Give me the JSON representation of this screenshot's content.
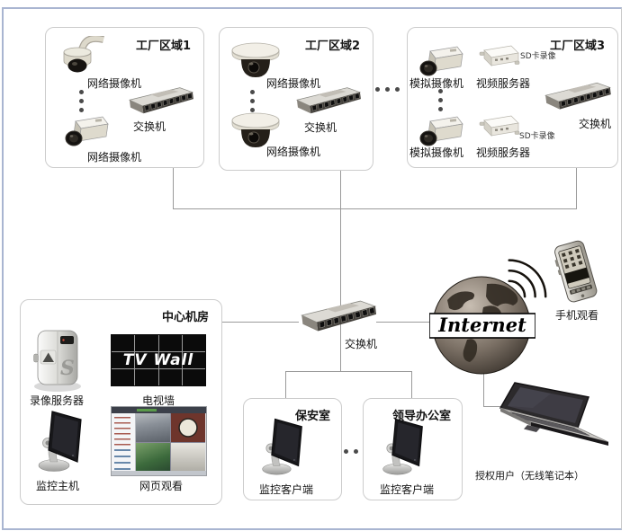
{
  "colors": {
    "frame_blue": "#a9b5d1",
    "line_gray": "#9a9a9a",
    "box_border": "#cccccc"
  },
  "zones": {
    "zone1": {
      "title": "工厂区域1",
      "camera_top": "网络摄像机",
      "camera_bottom": "网络摄像机",
      "switch": "交换机"
    },
    "zone2": {
      "title": "工厂区域2",
      "camera_top": "网络摄像机",
      "camera_bottom": "网络摄像机",
      "switch": "交换机"
    },
    "zone3": {
      "title": "工厂区域3",
      "camera_top": "模拟摄像机",
      "camera_bottom": "模拟摄像机",
      "video_server_top": "视频服务器",
      "video_server_bottom": "视频服务器",
      "sd_top": "SD卡录像",
      "sd_bottom": "SD卡录像",
      "switch": "交换机"
    }
  },
  "core": {
    "switch": "交换机",
    "internet": "Internet",
    "phone": "手机观看",
    "laptop": "授权用户（无线笔记本）"
  },
  "center_room": {
    "title": "中心机房",
    "record_server": "录像服务器",
    "record_server_badge": "S",
    "tv_wall_label": "电视墙",
    "tv_wall_text": "TV Wall",
    "monitor_host": "监控主机",
    "web_view": "网页观看"
  },
  "security_room": {
    "title": "保安室",
    "client": "监控客户端"
  },
  "leader_office": {
    "title": "领导办公室",
    "client": "监控客户端"
  }
}
